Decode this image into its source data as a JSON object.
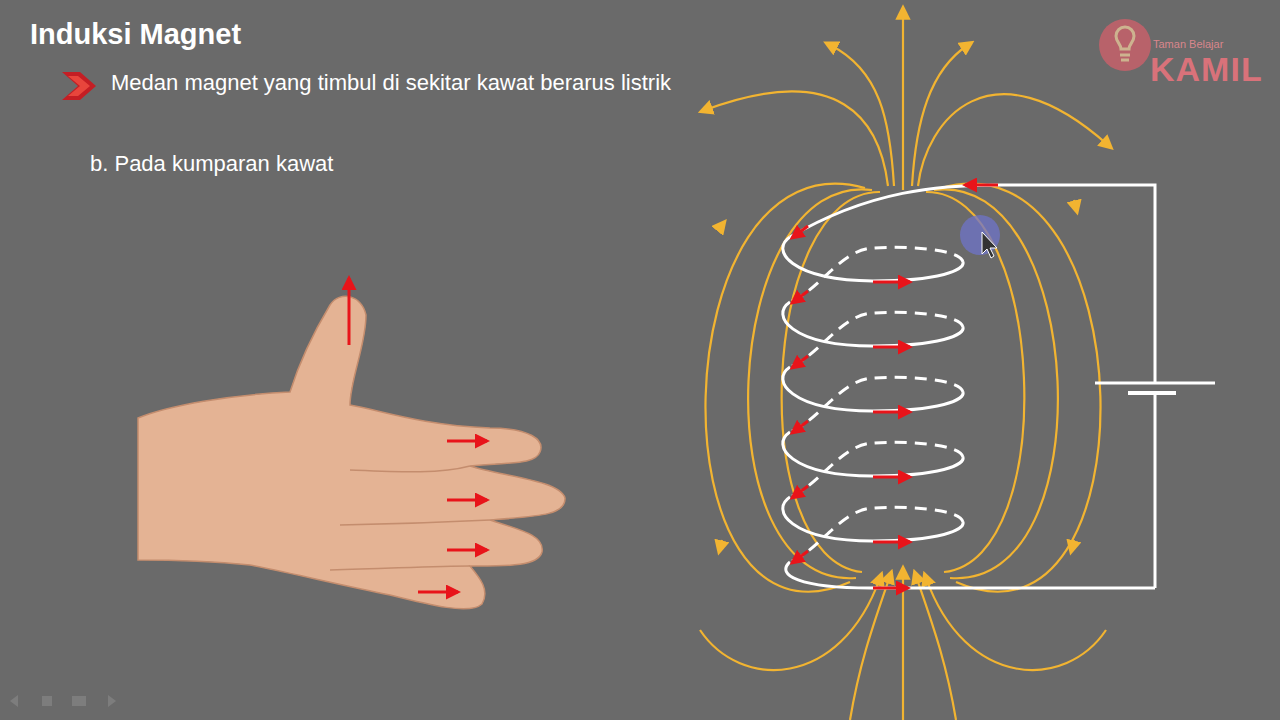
{
  "diagram": {
    "title": "Induksi Magnet",
    "labels": [
      "Medan magnet yang timbul di sekitar kawat berarus listrik",
      "b. Pada kumparan kawat",
      "Taman Belajar",
      "KAMIL"
    ]
  }
}
